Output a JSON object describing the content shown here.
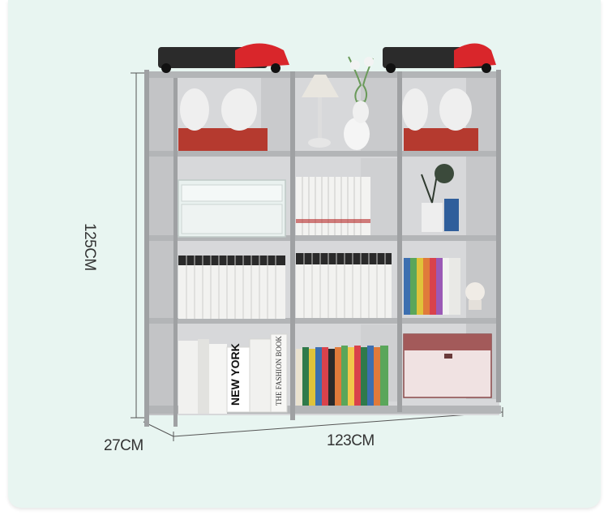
{
  "dimensions": {
    "height": "125CM",
    "depth": "27CM",
    "width": "123CM"
  },
  "book_spines": {
    "new_york": "NEW YORK",
    "fashion_book": "THE FASHION BOOK"
  },
  "colors": {
    "panel_bg": "#e8f5f1",
    "frame": "#a9abad",
    "shelf_fabric": "#c9cacc",
    "toy_car": "#d9262b"
  }
}
